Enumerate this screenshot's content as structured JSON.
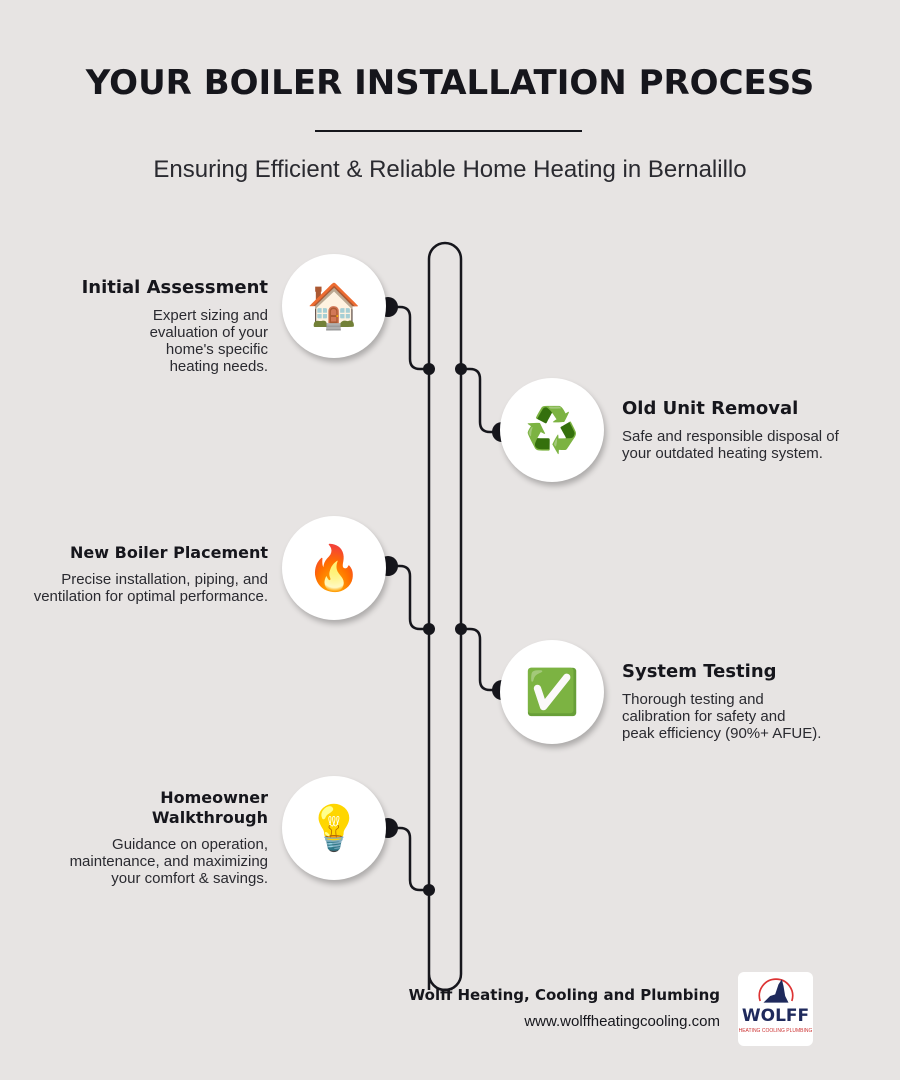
{
  "title": "YOUR BOILER INSTALLATION PROCESS",
  "subtitle": "Ensuring Efficient & Reliable Home Heating in Bernalillo",
  "steps": [
    {
      "title": "Initial Assessment",
      "text": "Expert sizing and evaluation of your home's specific heating needs.",
      "icon": "🏠",
      "icon_name": "house-icon"
    },
    {
      "title": "Old Unit Removal",
      "text": "Safe and responsible disposal of your outdated heating system.",
      "icon": "♻️",
      "icon_name": "recycle-icon"
    },
    {
      "title": "New Boiler Placement",
      "text": "Precise installation, piping, and ventilation for optimal performance.",
      "icon": "🔥",
      "icon_name": "fire-icon"
    },
    {
      "title": "System Testing",
      "text": "Thorough testing and calibration for safety and peak efficiency (90%+ AFUE).",
      "icon": "✅",
      "icon_name": "check-mark-icon"
    },
    {
      "title": "Homeowner Walkthrough",
      "text": "Guidance on operation, maintenance, and maximizing your comfort & savings.",
      "icon": "💡",
      "icon_name": "light-bulb-icon"
    }
  ],
  "footer": {
    "company": "Wolff Heating, Cooling and Plumbing",
    "url": "www.wolffheatingcooling.com",
    "logo_text": "WOLFF",
    "logo_tagline": "HEATING COOLING PLUMBING"
  },
  "colors": {
    "background": "#e7e4e3",
    "line": "#16161c"
  }
}
